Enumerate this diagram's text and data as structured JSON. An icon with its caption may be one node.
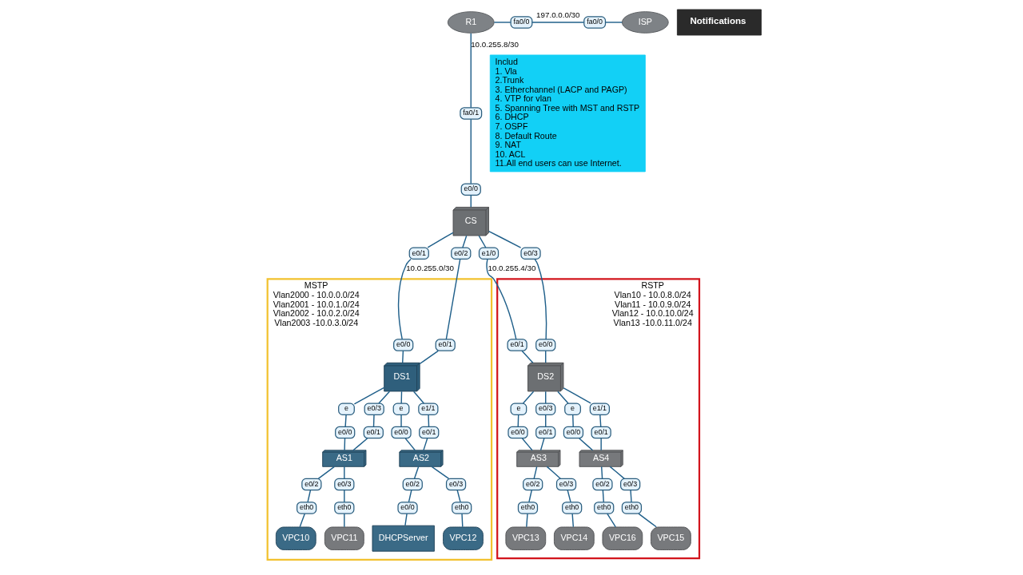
{
  "diagram": {
    "nodes": [
      {
        "text": [
          "R1"
        ]
      },
      {
        "text": [
          "fa0/0"
        ]
      },
      {
        "text": [
          "fa0/0"
        ]
      },
      {
        "text": [
          "ISP"
        ]
      },
      {
        "text": [
          "Includ",
          "1. Vla",
          "2.Trunk",
          "3. Etherchannel (LACP and PAGP)",
          "4. VTP for vlan",
          "5. Spanning Tree with MST and RSTP",
          "6. DHCP",
          "7. OSPF",
          "8. Default Route",
          "9. NAT",
          "10. ACL",
          "11.All end users can use Internet."
        ]
      },
      {
        "text": [
          "Notifications"
        ]
      },
      {
        "text": [
          "fa0/1"
        ]
      },
      {
        "text": [
          "e0/0"
        ]
      },
      {
        "text": [
          "CS"
        ]
      },
      {
        "text": [
          "e0/1"
        ]
      },
      {
        "text": [
          "e0/2"
        ]
      },
      {
        "text": [
          "e1/0"
        ]
      },
      {
        "text": [
          "e0/3"
        ]
      },
      {
        "text": [
          "MSTP",
          "Vlan2000 - 10.0.0.0/24",
          "Vlan2001 - 10.0.1.0/24",
          "Vlan2002 - 10.0.2.0/24",
          "Vlan2003 -10.0.3.0/24"
        ]
      },
      {
        "text": [
          "DS1"
        ],
        "in": 13
      },
      {
        "text": [
          "e0/0"
        ],
        "in": 13
      },
      {
        "text": [
          "e0/1"
        ],
        "in": 13
      },
      {
        "text": [
          "e"
        ],
        "in": 13
      },
      {
        "text": [
          "e0/3"
        ],
        "in": 13
      },
      {
        "text": [
          "e"
        ],
        "in": 13
      },
      {
        "text": [
          "e1/1"
        ],
        "in": 13
      },
      {
        "text": [
          "e0/0"
        ],
        "in": 13
      },
      {
        "text": [
          "e0/1"
        ],
        "in": 13
      },
      {
        "text": [
          "e0/1"
        ],
        "in": 13
      },
      {
        "text": [
          "e0/0"
        ],
        "in": 13
      },
      {
        "text": [
          "AS1"
        ],
        "in": 13
      },
      {
        "text": [
          "AS2"
        ],
        "in": 13
      },
      {
        "text": [
          "e0/2"
        ],
        "in": 13
      },
      {
        "text": [
          "e0/3"
        ],
        "in": 13
      },
      {
        "text": [
          "e0/2"
        ],
        "in": 13
      },
      {
        "text": [
          "e0/3"
        ],
        "in": 13
      },
      {
        "text": [
          "eth0"
        ],
        "in": 13
      },
      {
        "text": [
          "eth0"
        ],
        "in": 13
      },
      {
        "text": [
          "e0/0"
        ],
        "in": 13
      },
      {
        "text": [
          "eth0"
        ],
        "in": 13
      },
      {
        "text": [
          "VPC10"
        ],
        "in": 13
      },
      {
        "text": [
          "VPC11"
        ],
        "in": 13
      },
      {
        "text": [
          "DHCPServer"
        ],
        "in": 13
      },
      {
        "text": [
          "VPC12"
        ],
        "in": 13
      },
      {
        "text": [
          "RSTP",
          "Vlan10 - 10.0.8.0/24",
          "Vlan11 - 10.0.9.0/24",
          "Vlan12 - 10.0.10.0/24",
          "Vlan13 -10.0.11.0/24"
        ]
      },
      {
        "text": [
          "e0/1"
        ],
        "in": 39
      },
      {
        "text": [
          "e0/0"
        ],
        "in": 39
      },
      {
        "text": [
          "DS2"
        ],
        "in": 39
      },
      {
        "text": [
          "e"
        ],
        "in": 39
      },
      {
        "text": [
          "e0/3"
        ],
        "in": 39
      },
      {
        "text": [
          "e"
        ],
        "in": 39
      },
      {
        "text": [
          "e1/1"
        ],
        "in": 39
      },
      {
        "text": [
          "e0/0"
        ],
        "in": 39
      },
      {
        "text": [
          "e0/1"
        ],
        "in": 39
      },
      {
        "text": [
          "e0/1"
        ],
        "in": 39
      },
      {
        "text": [
          "e0/0"
        ],
        "in": 39
      },
      {
        "text": [
          "AS3"
        ],
        "in": 39
      },
      {
        "text": [
          "AS4"
        ],
        "in": 39
      },
      {
        "text": [
          "e0/2"
        ],
        "in": 39
      },
      {
        "text": [
          "e0/3"
        ],
        "in": 39
      },
      {
        "text": [
          "e0/2"
        ],
        "in": 39
      },
      {
        "text": [
          "e0/3"
        ],
        "in": 39
      },
      {
        "text": [
          "eth0"
        ],
        "in": 39
      },
      {
        "text": [
          "eth0"
        ],
        "in": 39
      },
      {
        "text": [
          "eth0"
        ],
        "in": 39
      },
      {
        "text": [
          "eth0"
        ],
        "in": 39
      },
      {
        "text": [
          "VPC13"
        ],
        "in": 39
      },
      {
        "text": [
          "VPC14"
        ],
        "in": 39
      },
      {
        "text": [
          "VPC16"
        ],
        "in": 39
      },
      {
        "text": [
          "VPC15"
        ],
        "in": 39
      }
    ],
    "edges": [
      {
        "from": 0,
        "to": 1,
        "arrow": "none"
      },
      {
        "from": 1,
        "to": 2,
        "arrow": "none",
        "label": "197.0.0.0/30"
      },
      {
        "from": 2,
        "to": 3,
        "arrow": "none"
      },
      {
        "from": 0,
        "to": 6,
        "arrow": "none",
        "label": "10.0.255.8/30"
      },
      {
        "from": 6,
        "to": 7,
        "arrow": "none"
      },
      {
        "from": 7,
        "to": 8,
        "arrow": "none"
      },
      {
        "from": 8,
        "to": 9,
        "arrow": "none"
      },
      {
        "from": 9,
        "to": 15,
        "arrow": "none",
        "label": "10.0.255.0/30"
      },
      {
        "from": 15,
        "to": 14,
        "arrow": "none"
      },
      {
        "from": 8,
        "to": 10,
        "arrow": "none"
      },
      {
        "from": 10,
        "to": 16,
        "arrow": "none"
      },
      {
        "from": 16,
        "to": 14,
        "arrow": "none"
      },
      {
        "from": 8,
        "to": 11,
        "arrow": "none"
      },
      {
        "from": 11,
        "to": 40,
        "arrow": "none",
        "label": "10.0.255.4/30"
      },
      {
        "from": 40,
        "to": 42,
        "arrow": "none"
      },
      {
        "from": 8,
        "to": 12,
        "arrow": "none"
      },
      {
        "from": 12,
        "to": 41,
        "arrow": "none"
      },
      {
        "from": 41,
        "to": 42,
        "arrow": "none"
      },
      {
        "from": 14,
        "to": 17,
        "arrow": "none"
      },
      {
        "from": 17,
        "to": 21,
        "arrow": "none"
      },
      {
        "from": 21,
        "to": 25,
        "arrow": "none"
      },
      {
        "from": 14,
        "to": 18,
        "arrow": "none"
      },
      {
        "from": 18,
        "to": 22,
        "arrow": "none"
      },
      {
        "from": 22,
        "to": 25,
        "arrow": "none"
      },
      {
        "from": 14,
        "to": 19,
        "arrow": "none"
      },
      {
        "from": 19,
        "to": 24,
        "arrow": "none"
      },
      {
        "from": 24,
        "to": 26,
        "arrow": "none"
      },
      {
        "from": 14,
        "to": 20,
        "arrow": "none"
      },
      {
        "from": 20,
        "to": 23,
        "arrow": "none"
      },
      {
        "from": 23,
        "to": 26,
        "arrow": "none"
      },
      {
        "from": 25,
        "to": 27,
        "arrow": "none"
      },
      {
        "from": 27,
        "to": 31,
        "arrow": "none"
      },
      {
        "from": 31,
        "to": 35,
        "arrow": "none"
      },
      {
        "from": 25,
        "to": 28,
        "arrow": "none"
      },
      {
        "from": 28,
        "to": 32,
        "arrow": "none"
      },
      {
        "from": 32,
        "to": 36,
        "arrow": "none"
      },
      {
        "from": 26,
        "to": 29,
        "arrow": "none"
      },
      {
        "from": 29,
        "to": 33,
        "arrow": "none"
      },
      {
        "from": 33,
        "to": 37,
        "arrow": "none"
      },
      {
        "from": 26,
        "to": 30,
        "arrow": "none"
      },
      {
        "from": 30,
        "to": 34,
        "arrow": "none"
      },
      {
        "from": 34,
        "to": 38,
        "arrow": "none"
      },
      {
        "from": 42,
        "to": 43,
        "arrow": "none"
      },
      {
        "from": 43,
        "to": 47,
        "arrow": "none"
      },
      {
        "from": 47,
        "to": 51,
        "arrow": "none"
      },
      {
        "from": 42,
        "to": 44,
        "arrow": "none"
      },
      {
        "from": 44,
        "to": 48,
        "arrow": "none"
      },
      {
        "from": 48,
        "to": 51,
        "arrow": "none"
      },
      {
        "from": 42,
        "to": 45,
        "arrow": "none"
      },
      {
        "from": 45,
        "to": 50,
        "arrow": "none"
      },
      {
        "from": 50,
        "to": 52,
        "arrow": "none"
      },
      {
        "from": 42,
        "to": 46,
        "arrow": "none"
      },
      {
        "from": 46,
        "to": 49,
        "arrow": "none"
      },
      {
        "from": 49,
        "to": 52,
        "arrow": "none"
      },
      {
        "from": 51,
        "to": 53,
        "arrow": "none"
      },
      {
        "from": 53,
        "to": 57,
        "arrow": "none"
      },
      {
        "from": 57,
        "to": 61,
        "arrow": "none"
      },
      {
        "from": 51,
        "to": 54,
        "arrow": "none"
      },
      {
        "from": 54,
        "to": 58,
        "arrow": "none"
      },
      {
        "from": 58,
        "to": 62,
        "arrow": "none"
      },
      {
        "from": 52,
        "to": 55,
        "arrow": "none"
      },
      {
        "from": 55,
        "to": 59,
        "arrow": "none"
      },
      {
        "from": 59,
        "to": 63,
        "arrow": "none"
      },
      {
        "from": 52,
        "to": 56,
        "arrow": "none"
      },
      {
        "from": 56,
        "to": 60,
        "arrow": "none"
      },
      {
        "from": 60,
        "to": 64,
        "arrow": "none"
      }
    ]
  }
}
